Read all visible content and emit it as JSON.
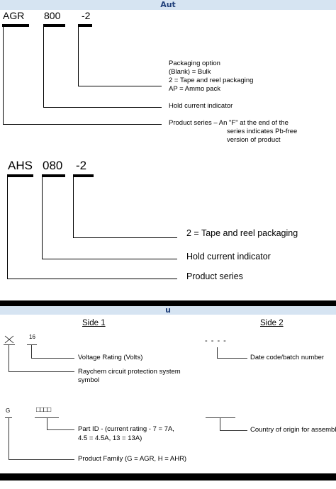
{
  "section1": {
    "header": "Aut",
    "agr": {
      "codes": [
        "AGR",
        "800",
        "-2"
      ],
      "packaging": [
        "Packaging option",
        "(Blank) = Bulk",
        "2 = Tape and reel packaging",
        "AP = Ammo pack"
      ],
      "hold": "Hold current indicator",
      "series": [
        "Product series – An \"F\" at the end of the",
        "series indicates Pb-free",
        "version of product"
      ]
    },
    "ahs": {
      "codes": [
        "AHS",
        "080",
        "-2"
      ],
      "packaging": "2 = Tape and reel packaging",
      "hold": "Hold current indicator",
      "series": "Product series"
    }
  },
  "section2": {
    "header": "u",
    "side1": "Side 1",
    "side2": "Side 2",
    "top_mark": {
      "code": "16",
      "voltage": "Voltage Rating (Volts)",
      "raychem": [
        "Raychem circuit protection system",
        "symbol"
      ]
    },
    "bottom_mark": {
      "code": "G",
      "boxes": "□□□□",
      "partid": [
        "Part ID - (current rating - 7 = 7A,",
        "4.5 = 4.5A, 13 = 13A)"
      ],
      "family": "Product Family (G = AGR, H = AHR)"
    },
    "side2_top": {
      "dashes": "- - - -",
      "label": "Date code/batch number"
    },
    "side2_bottom": {
      "label": "Country of origin for assembly"
    }
  }
}
